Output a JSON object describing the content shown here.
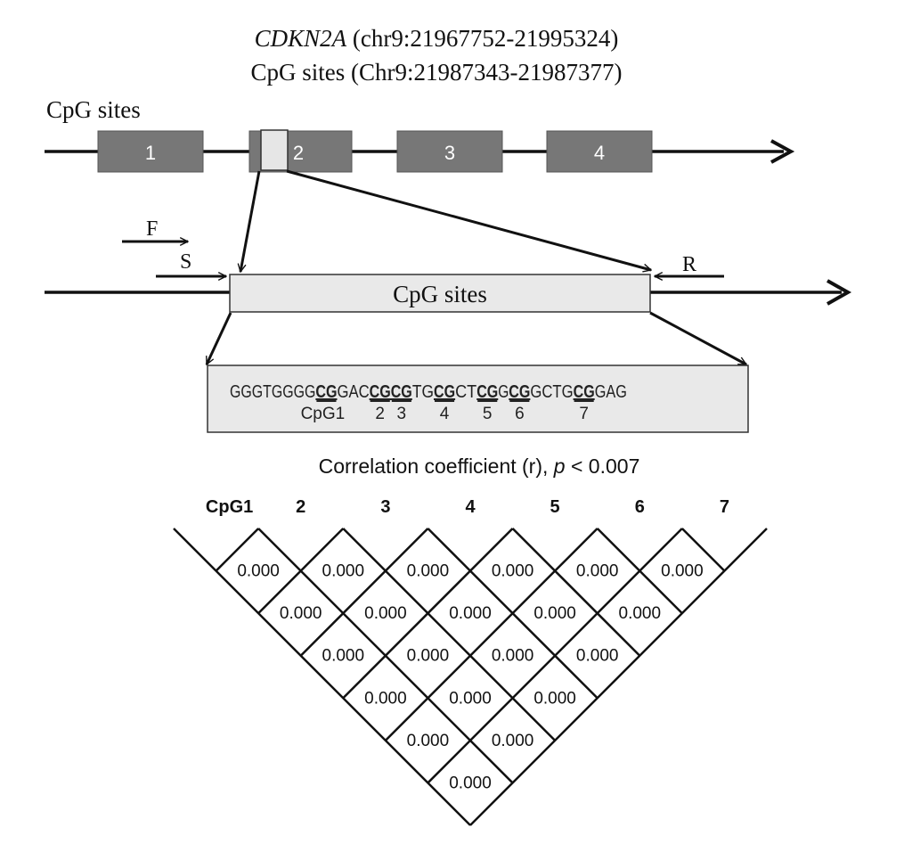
{
  "title": {
    "gene": "CDKN2A",
    "gene_coords": "(chr9:21967752-21995324)",
    "cpg_line": "CpG sites (Chr9:21987343-21987377)"
  },
  "top_track": {
    "label": "CpG sites",
    "exons": [
      "1",
      "2",
      "3",
      "4"
    ]
  },
  "primers": {
    "forward": "F",
    "sequencing": "S",
    "reverse": "R"
  },
  "region_label": "CpG sites",
  "sequence": {
    "segments": [
      {
        "text": "GGGTGGGG",
        "cpg": false
      },
      {
        "text": "CG",
        "cpg": true
      },
      {
        "text": "GAC",
        "cpg": false
      },
      {
        "text": "CGCG",
        "cpg": true
      },
      {
        "text": "TG",
        "cpg": false
      },
      {
        "text": "CG",
        "cpg": true
      },
      {
        "text": "CT",
        "cpg": false
      },
      {
        "text": "CG",
        "cpg": true
      },
      {
        "text": "G",
        "cpg": false
      },
      {
        "text": "CG",
        "cpg": true
      },
      {
        "text": "GCTG",
        "cpg": false
      },
      {
        "text": "CG",
        "cpg": true
      },
      {
        "text": "GAG",
        "cpg": false
      }
    ],
    "site_labels": [
      "CpG1",
      "2",
      "3",
      "4",
      "5",
      "6",
      "7"
    ]
  },
  "matrix": {
    "title_pre": "Correlation coefficient (r), ",
    "title_p": "p",
    "title_post": " < 0.007",
    "headers": [
      "CpG1",
      "2",
      "3",
      "4",
      "5",
      "6",
      "7"
    ],
    "rows": [
      [
        "0.000",
        "0.000",
        "0.000",
        "0.000",
        "0.000",
        "0.000"
      ],
      [
        "0.000",
        "0.000",
        "0.000",
        "0.000",
        "0.000"
      ],
      [
        "0.000",
        "0.000",
        "0.000",
        "0.000"
      ],
      [
        "0.000",
        "0.000",
        "0.000"
      ],
      [
        "0.000",
        "0.000"
      ],
      [
        "0.000"
      ]
    ]
  }
}
